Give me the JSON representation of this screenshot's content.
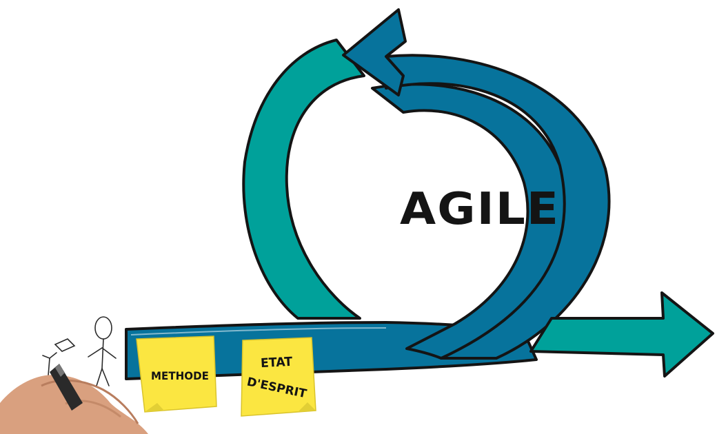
{
  "center_label": "AGILE",
  "sticky_notes": [
    {
      "label": "METHODE"
    },
    {
      "label_line1": "ETAT",
      "label_line2": "D'ESPRIT"
    }
  ],
  "colors": {
    "teal": "#00a19a",
    "blue": "#07739c",
    "sticky_yellow": "#fbe641",
    "outline": "#141414"
  }
}
